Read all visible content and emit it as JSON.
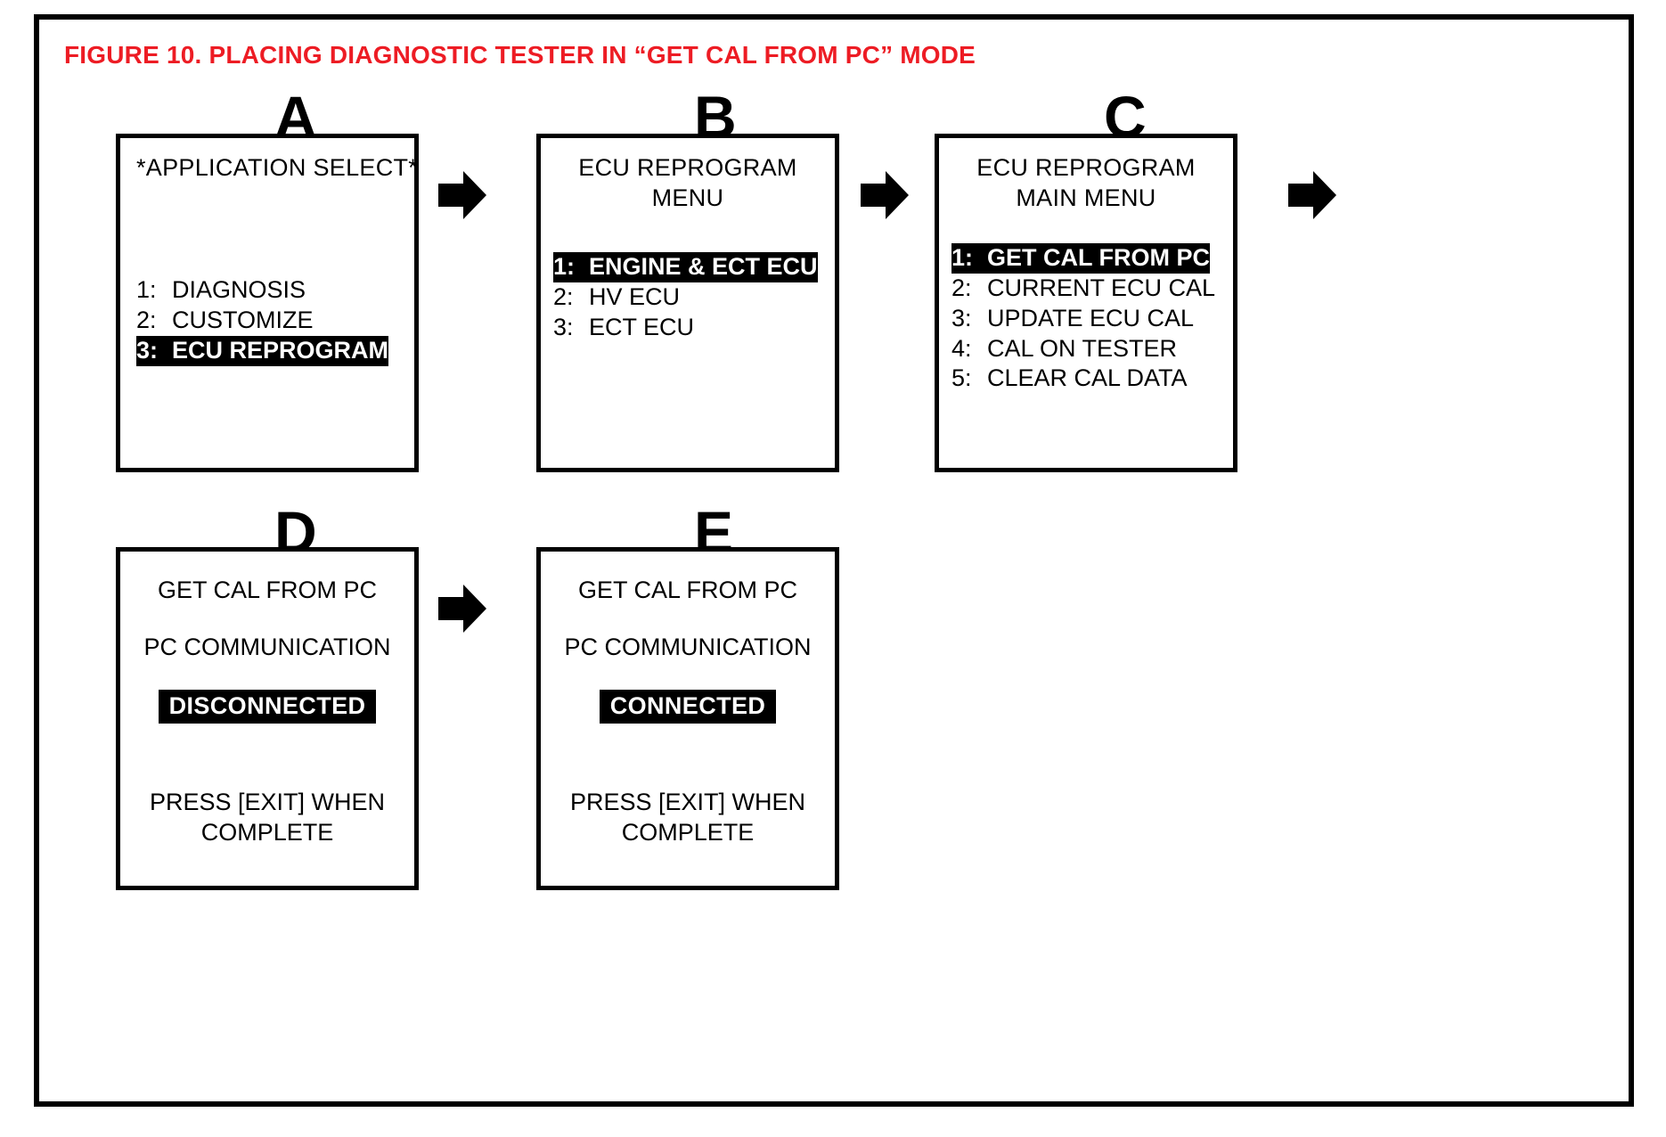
{
  "figure": {
    "title": "FIGURE 10.  PLACING DIAGNOSTIC TESTER IN “GET CAL FROM PC” MODE",
    "title_color": "#ed1c24",
    "frame_color": "#000000"
  },
  "letters": {
    "a": "A",
    "b": "B",
    "c": "C",
    "d": "D",
    "e": "E"
  },
  "icons": {
    "arrow_a_b": "right-arrow-icon",
    "arrow_b_c": "right-arrow-icon",
    "arrow_c_out": "right-arrow-icon",
    "arrow_d_e": "right-arrow-icon"
  },
  "panels": {
    "a": {
      "letter": "A",
      "header": "*APPLICATION SELECT*",
      "items": [
        {
          "index": "1:",
          "label": "DIAGNOSIS",
          "selected": false
        },
        {
          "index": "2:",
          "label": "CUSTOMIZE",
          "selected": false
        },
        {
          "index": "3:",
          "label": "ECU REPROGRAM",
          "selected": true
        }
      ]
    },
    "b": {
      "letter": "B",
      "header_line1": "ECU REPROGRAM",
      "header_line2": "MENU",
      "items": [
        {
          "index": "1:",
          "label": "ENGINE & ECT ECU",
          "selected": true
        },
        {
          "index": "2:",
          "label": "HV ECU",
          "selected": false
        },
        {
          "index": "3:",
          "label": "ECT ECU",
          "selected": false
        }
      ]
    },
    "c": {
      "letter": "C",
      "header_line1": "ECU REPROGRAM",
      "header_line2": "MAIN MENU",
      "items": [
        {
          "index": "1:",
          "label": "GET CAL FROM PC",
          "selected": true
        },
        {
          "index": "2:",
          "label": "CURRENT ECU CAL",
          "selected": false
        },
        {
          "index": "3:",
          "label": "UPDATE ECU CAL",
          "selected": false
        },
        {
          "index": "4:",
          "label": "CAL ON TESTER",
          "selected": false
        },
        {
          "index": "5:",
          "label": "CLEAR CAL DATA",
          "selected": false
        }
      ]
    },
    "d": {
      "letter": "D",
      "line1": "GET CAL FROM PC",
      "line2": "PC COMMUNICATION",
      "status": "DISCONNECTED",
      "footer_line1": "PRESS [EXIT] WHEN",
      "footer_line2": "COMPLETE"
    },
    "e": {
      "letter": "E",
      "line1": "GET CAL FROM PC",
      "line2": "PC COMMUNICATION",
      "status": "CONNECTED",
      "footer_line1": "PRESS [EXIT] WHEN",
      "footer_line2": "COMPLETE"
    }
  }
}
